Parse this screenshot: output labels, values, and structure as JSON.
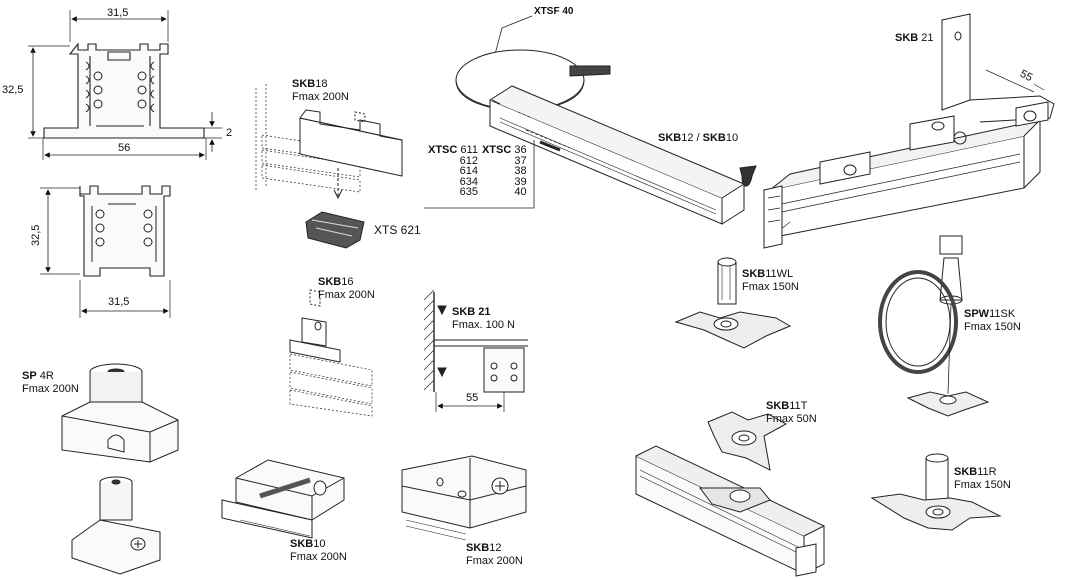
{
  "profile_top": {
    "width_dim": "31,5",
    "height_dim": "32,5",
    "base_dim": "56",
    "thickness_dim": "2"
  },
  "profile_bottom": {
    "height_dim": "32,5",
    "width_dim": "31,5"
  },
  "skb18": {
    "code": "SKB",
    "num": "18",
    "force": "Fmax 200N"
  },
  "xts621": {
    "label": "XTS 621"
  },
  "xtsf40": {
    "label": "XTSF 40"
  },
  "xtsc_table": {
    "col1_head_code": "XTSC",
    "col2_head_code": "XTSC",
    "rows": [
      {
        "a": "611",
        "b": "36"
      },
      {
        "a": "612",
        "b": "37"
      },
      {
        "a": "614",
        "b": "38"
      },
      {
        "a": "634",
        "b": "39"
      },
      {
        "a": "635",
        "b": "40"
      }
    ]
  },
  "skb12_skb10": {
    "code1": "SKB",
    "num1": "12",
    "sep": " / ",
    "code2": "SKB",
    "num2": "10"
  },
  "skb21_top": {
    "code": "SKB",
    "num": " 21",
    "dim": "55"
  },
  "skb16": {
    "code": "SKB",
    "num": "16",
    "force": "Fmax 200N"
  },
  "skb21_wall": {
    "code": "SKB 21",
    "force": "Fmax. 100 N",
    "dim": "55"
  },
  "skb11wl": {
    "code": "SKB",
    "num": "11WL",
    "force": "Fmax 150N"
  },
  "spw11sk": {
    "code": "SPW",
    "num": "11SK",
    "force": "Fmax 150N"
  },
  "sp4r": {
    "code": "SP",
    "num": " 4R",
    "force": "Fmax 200N"
  },
  "skb10": {
    "code": "SKB",
    "num": "10",
    "force": "Fmax 200N"
  },
  "skb12": {
    "code": "SKB",
    "num": "12",
    "force": "Fmax 200N"
  },
  "skb11t": {
    "code": "SKB",
    "num": "11T",
    "force": "Fmax 50N"
  },
  "skb11r": {
    "code": "SKB",
    "num": "11R",
    "force": "Fmax 150N"
  }
}
